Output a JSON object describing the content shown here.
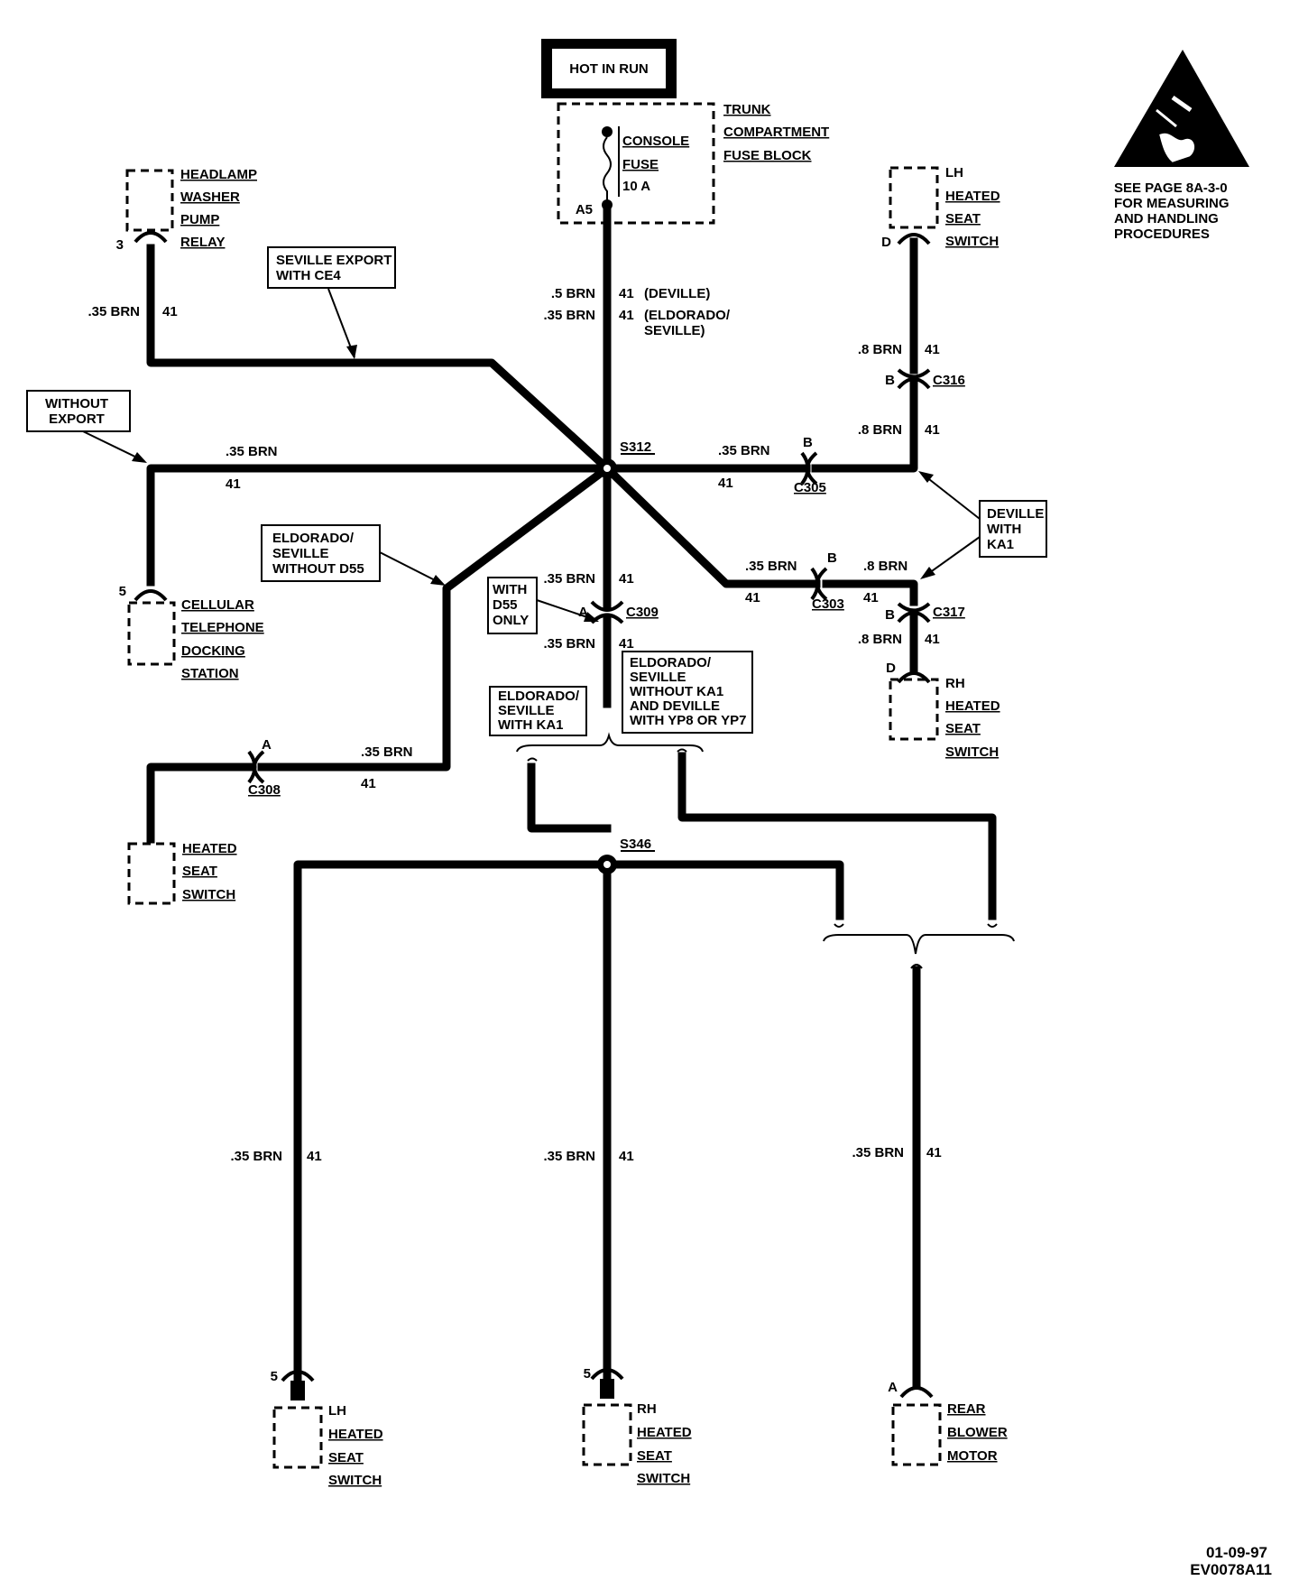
{
  "header": {
    "power_label": "HOT IN RUN",
    "esd_note": [
      "SEE PAGE 8A-3-0",
      "FOR MEASURING",
      "AND HANDLING",
      "PROCEDURES"
    ]
  },
  "fuse_block": {
    "name_lines": [
      "TRUNK",
      "COMPARTMENT",
      "FUSE BLOCK"
    ],
    "fuse_lines": [
      "CONSOLE",
      "FUSE",
      "10 A"
    ],
    "terminal": "A5"
  },
  "feed_wire": {
    "size_1": ".5 BRN",
    "circuit_1": "41",
    "note_1": "(DEVILLE)",
    "size_2": ".35 BRN",
    "circuit_2": "41",
    "note_2a": "(ELDORADO/",
    "note_2b": "SEVILLE)"
  },
  "splices": {
    "main": "S312",
    "lower": "S346"
  },
  "components": {
    "headlamp_washer": {
      "lines": [
        "HEADLAMP",
        "WASHER",
        "PUMP",
        "RELAY"
      ],
      "pin": "3",
      "wire": ".35 BRN",
      "circuit": "41"
    },
    "lh_seat_top": {
      "lines": [
        "LH",
        "HEATED",
        "SEAT",
        "SWITCH"
      ],
      "pin": "D"
    },
    "cellular": {
      "lines": [
        "CELLULAR",
        "TELEPHONE",
        "DOCKING",
        "STATION"
      ],
      "pin": "5"
    },
    "rh_seat_top": {
      "lines": [
        "RH",
        "HEATED",
        "SEAT",
        "SWITCH"
      ],
      "pin": "D"
    },
    "heated_seat": {
      "lines": [
        "HEATED",
        "SEAT",
        "SWITCH"
      ]
    },
    "lh_seat_bottom": {
      "lines": [
        "LH",
        "HEATED",
        "SEAT",
        "SWITCH"
      ],
      "pin": "5"
    },
    "rh_seat_bottom": {
      "lines": [
        "RH",
        "HEATED",
        "SEAT",
        "SWITCH"
      ],
      "pin": "5"
    },
    "rear_blower": {
      "lines": [
        "REAR",
        "BLOWER",
        "MOTOR"
      ],
      "pin": "A"
    }
  },
  "options": {
    "seville_export": [
      "SEVILLE EXPORT",
      "WITH CE4"
    ],
    "without_export": [
      "WITHOUT",
      "EXPORT"
    ],
    "eldorado_without_d55": [
      "ELDORADO/",
      "SEVILLE",
      "WITHOUT D55"
    ],
    "deville_ka1": [
      "DEVILLE",
      "WITH",
      "KA1"
    ],
    "with_d55": [
      "WITH",
      "D55",
      "ONLY"
    ],
    "eldorado_ka1": [
      "ELDORADO/",
      "SEVILLE",
      "WITH KA1"
    ],
    "eldorado_without_ka1": [
      "ELDORADO/",
      "SEVILLE",
      "WITHOUT KA1",
      "AND DEVILLE",
      "WITH YP8 OR YP7"
    ]
  },
  "connectors": {
    "c316": {
      "name": "C316",
      "pin": "B"
    },
    "c305": {
      "name": "C305",
      "pin": "B"
    },
    "c303": {
      "name": "C303",
      "pin": "B"
    },
    "c317": {
      "name": "C317",
      "pin": "B"
    },
    "c309": {
      "name": "C309",
      "pin": "A"
    },
    "c308": {
      "name": "C308",
      "pin": "A"
    }
  },
  "wires": {
    "w_without_export": {
      "size": ".35 BRN",
      "circuit": "41"
    },
    "w_c305": {
      "size": ".35 BRN",
      "circuit": "41"
    },
    "w_lh_top_upper": {
      "size": ".8 BRN",
      "circuit": "41"
    },
    "w_lh_top_lower": {
      "size": ".8 BRN",
      "circuit": "41"
    },
    "w_c303_left": {
      "size": ".35 BRN",
      "circuit": "41"
    },
    "w_c303_right": {
      "size": ".8 BRN",
      "circuit": "41"
    },
    "w_rh_top": {
      "size": ".8 BRN",
      "circuit": "41"
    },
    "w_c309_upper": {
      "size": ".35 BRN",
      "circuit": "41"
    },
    "w_c309_lower": {
      "size": ".35 BRN",
      "circuit": "41"
    },
    "w_c308": {
      "size": ".35 BRN",
      "circuit": "41"
    },
    "w_lh_bottom": {
      "size": ".35 BRN",
      "circuit": "41"
    },
    "w_rh_bottom": {
      "size": ".35 BRN",
      "circuit": "41"
    },
    "w_blower": {
      "size": ".35 BRN",
      "circuit": "41"
    }
  },
  "footer": {
    "date": "01-09-97",
    "code": "EV0078A11"
  }
}
